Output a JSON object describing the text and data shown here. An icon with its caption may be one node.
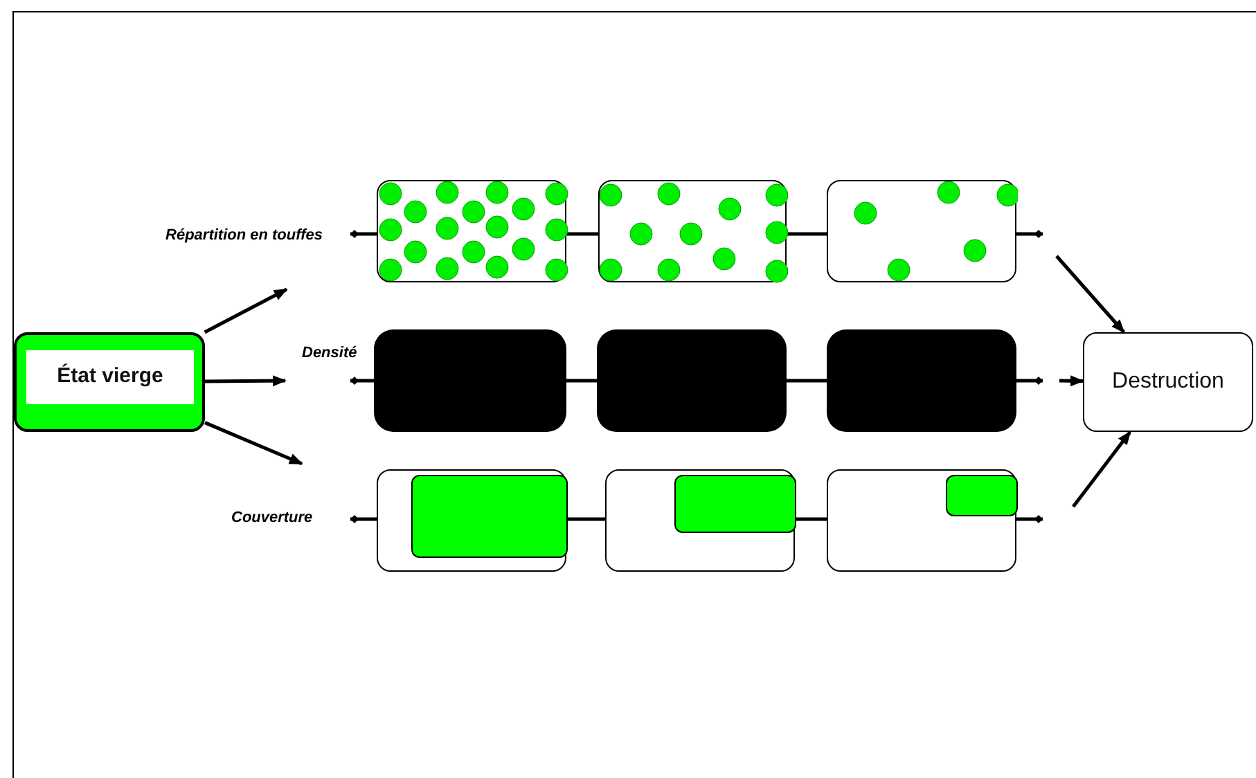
{
  "diagram": {
    "nodes": [
      {
        "text": [
          "État vierge"
        ]
      },
      {
        "text": [],
        "shape": "box"
      },
      {
        "text": [],
        "shape": "box"
      },
      {
        "text": [],
        "shape": "box"
      },
      {
        "text": [],
        "shape": "box"
      },
      {
        "text": [],
        "shape": "box"
      },
      {
        "text": [],
        "shape": "box"
      },
      {
        "text": [],
        "shape": "box"
      },
      {
        "text": [],
        "shape": "box"
      },
      {
        "text": [],
        "shape": "box"
      },
      {
        "text": [
          "Destruction"
        ]
      }
    ],
    "edges": [
      {
        "from": 0,
        "to": null,
        "arrow": "to"
      },
      {
        "from": 0,
        "to": null,
        "arrow": "to"
      },
      {
        "from": 0,
        "to": null,
        "arrow": "to"
      },
      {
        "from": 1,
        "to": 2,
        "arrow": "none"
      },
      {
        "from": 2,
        "to": 3,
        "arrow": "none"
      },
      {
        "from": 1,
        "to": null,
        "arrow": "other"
      },
      {
        "from": 3,
        "to": null,
        "arrow": "other"
      },
      {
        "from": 4,
        "to": 5,
        "arrow": "none"
      },
      {
        "from": 5,
        "to": 6,
        "arrow": "none"
      },
      {
        "from": 4,
        "to": null,
        "arrow": "other"
      },
      {
        "from": 6,
        "to": null,
        "arrow": "other"
      },
      {
        "from": 7,
        "to": 8,
        "arrow": "none"
      },
      {
        "from": 8,
        "to": 9,
        "arrow": "none"
      },
      {
        "from": 7,
        "to": null,
        "arrow": "other"
      },
      {
        "from": 9,
        "to": null,
        "arrow": "other"
      },
      {
        "from": null,
        "to": 10,
        "arrow": "to"
      },
      {
        "from": null,
        "to": 10,
        "arrow": "to"
      },
      {
        "from": null,
        "to": 10,
        "arrow": "to"
      }
    ],
    "labels": [
      "Répartition en touffes",
      "Densité",
      "Couverture"
    ]
  }
}
